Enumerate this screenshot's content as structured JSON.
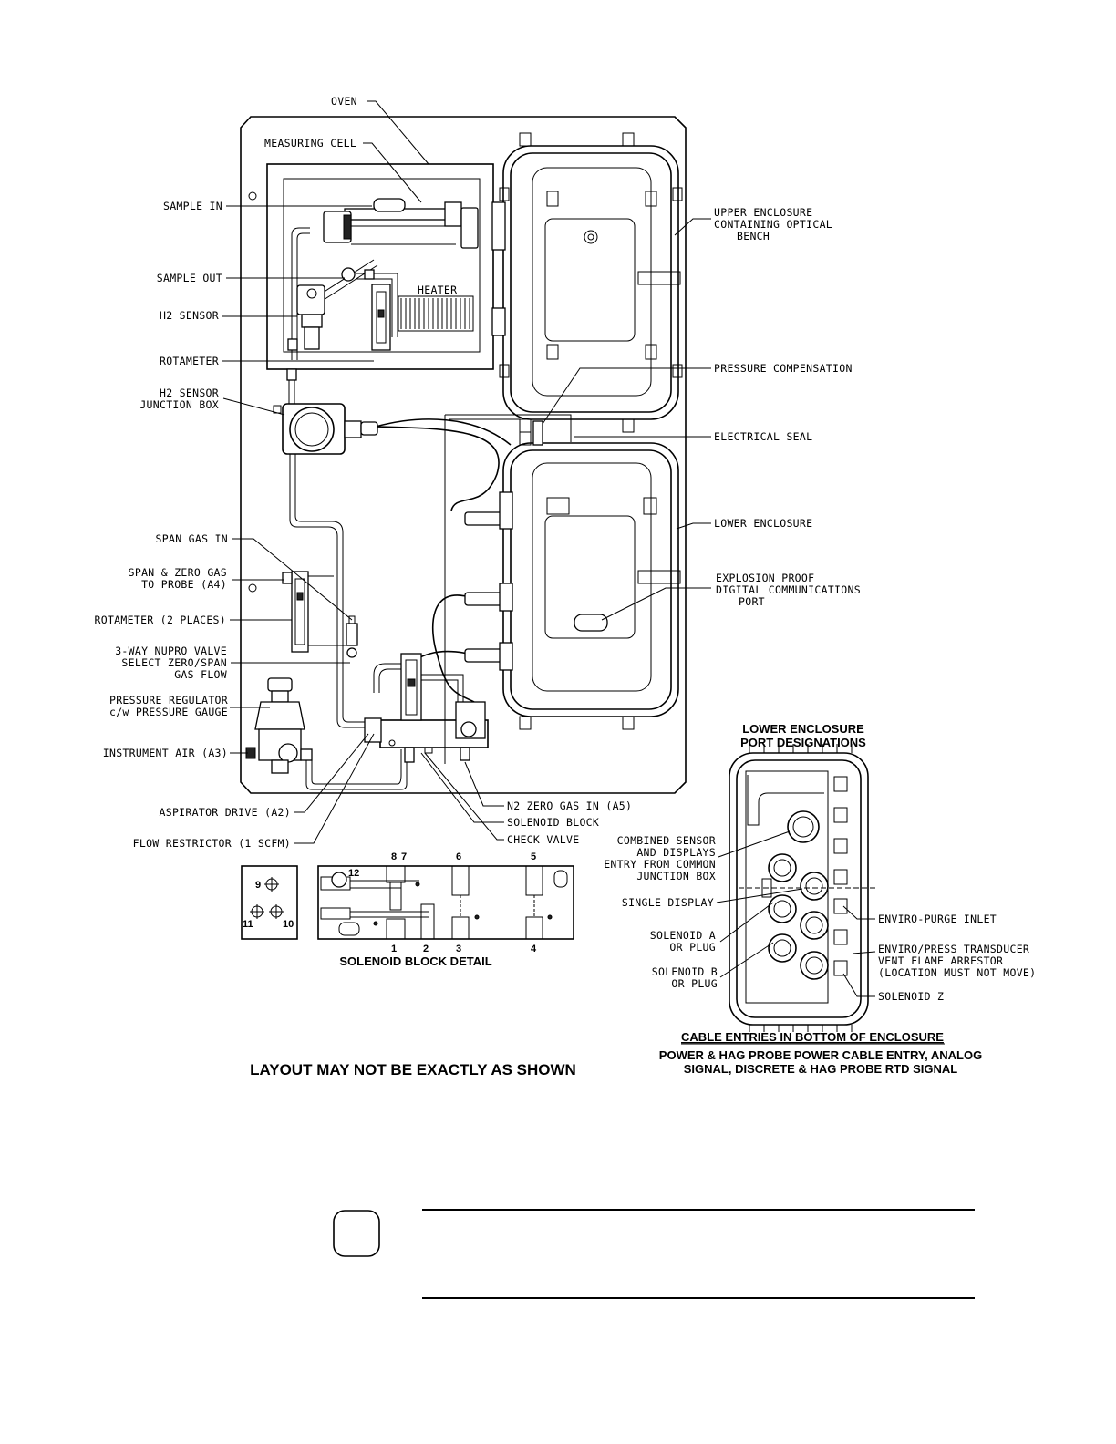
{
  "labels": {
    "oven": "OVEN",
    "measuring_cell": "MEASURING CELL",
    "sample_in": "SAMPLE IN",
    "sample_out": "SAMPLE OUT",
    "h2_sensor": "H2 SENSOR",
    "rotameter": "ROTAMETER",
    "heater": "HEATER",
    "h2_junction_1": "H2 SENSOR",
    "h2_junction_2": "JUNCTION BOX",
    "span_gas_in": "SPAN GAS IN",
    "span_zero_1": "SPAN & ZERO GAS",
    "span_zero_2": "TO PROBE (A4)",
    "rotameter_2": "ROTAMETER (2 PLACES)",
    "nupro_1": "3-WAY NUPRO VALVE",
    "nupro_2": "SELECT ZERO/SPAN",
    "nupro_3": "GAS FLOW",
    "regulator_1": "PRESSURE REGULATOR",
    "regulator_2": "c/w PRESSURE GAUGE",
    "instrument_air": "INSTRUMENT AIR (A3)",
    "aspirator": "ASPIRATOR DRIVE (A2)",
    "flow_restrictor": "FLOW RESTRICTOR (1 SCFM)",
    "n2_zero": "N2 ZERO GAS IN (A5)",
    "solenoid_block": "SOLENOID BLOCK",
    "check_valve": "CHECK VALVE",
    "upper_1": "UPPER ENCLOSURE",
    "upper_2": "CONTAINING OPTICAL",
    "upper_3": "BENCH",
    "pressure_comp": "PRESSURE COMPENSATION",
    "electrical_seal": "ELECTRICAL SEAL",
    "lower_enclosure": "LOWER ENCLOSURE",
    "xp_1": "EXPLOSION PROOF",
    "xp_2": "DIGITAL COMMUNICATIONS",
    "xp_3": "PORT",
    "port_title_1": "LOWER ENCLOSURE",
    "port_title_2": "PORT DESIGNATIONS",
    "combined_1": "COMBINED SENSOR",
    "combined_2": "AND DISPLAYS",
    "combined_3": "ENTRY FROM COMMON",
    "combined_4": "JUNCTION BOX",
    "single_display": "SINGLE DISPLAY",
    "solenoid_a_1": "SOLENOID A",
    "solenoid_a_2": "OR PLUG",
    "solenoid_b_1": "SOLENOID B",
    "solenoid_b_2": "OR PLUG",
    "enviro_purge": "ENVIRO-PURGE INLET",
    "enviro_press_1": "ENVIRO/PRESS TRANSDUCER",
    "enviro_press_2": "VENT FLAME ARRESTOR",
    "enviro_press_3": "(LOCATION MUST NOT MOVE)",
    "solenoid_z": "SOLENOID Z",
    "solenoid_detail": "SOLENOID BLOCK DETAIL",
    "cable_title": "CABLE ENTRIES IN BOTTOM OF ENCLOSURE",
    "cable_1": "POWER & HAG PROBE POWER CABLE ENTRY, ANALOG",
    "cable_2": "SIGNAL, DISCRETE & HAG PROBE RTD SIGNAL",
    "layout_note": "LAYOUT MAY NOT BE EXACTLY AS SHOWN"
  },
  "solenoid_ports": {
    "p1": "1",
    "p2": "2",
    "p3": "3",
    "p4": "4",
    "p5": "5",
    "p6": "6",
    "p7": "7",
    "p8": "8",
    "p9": "9",
    "p10": "10",
    "p11": "11",
    "p12": "12"
  }
}
